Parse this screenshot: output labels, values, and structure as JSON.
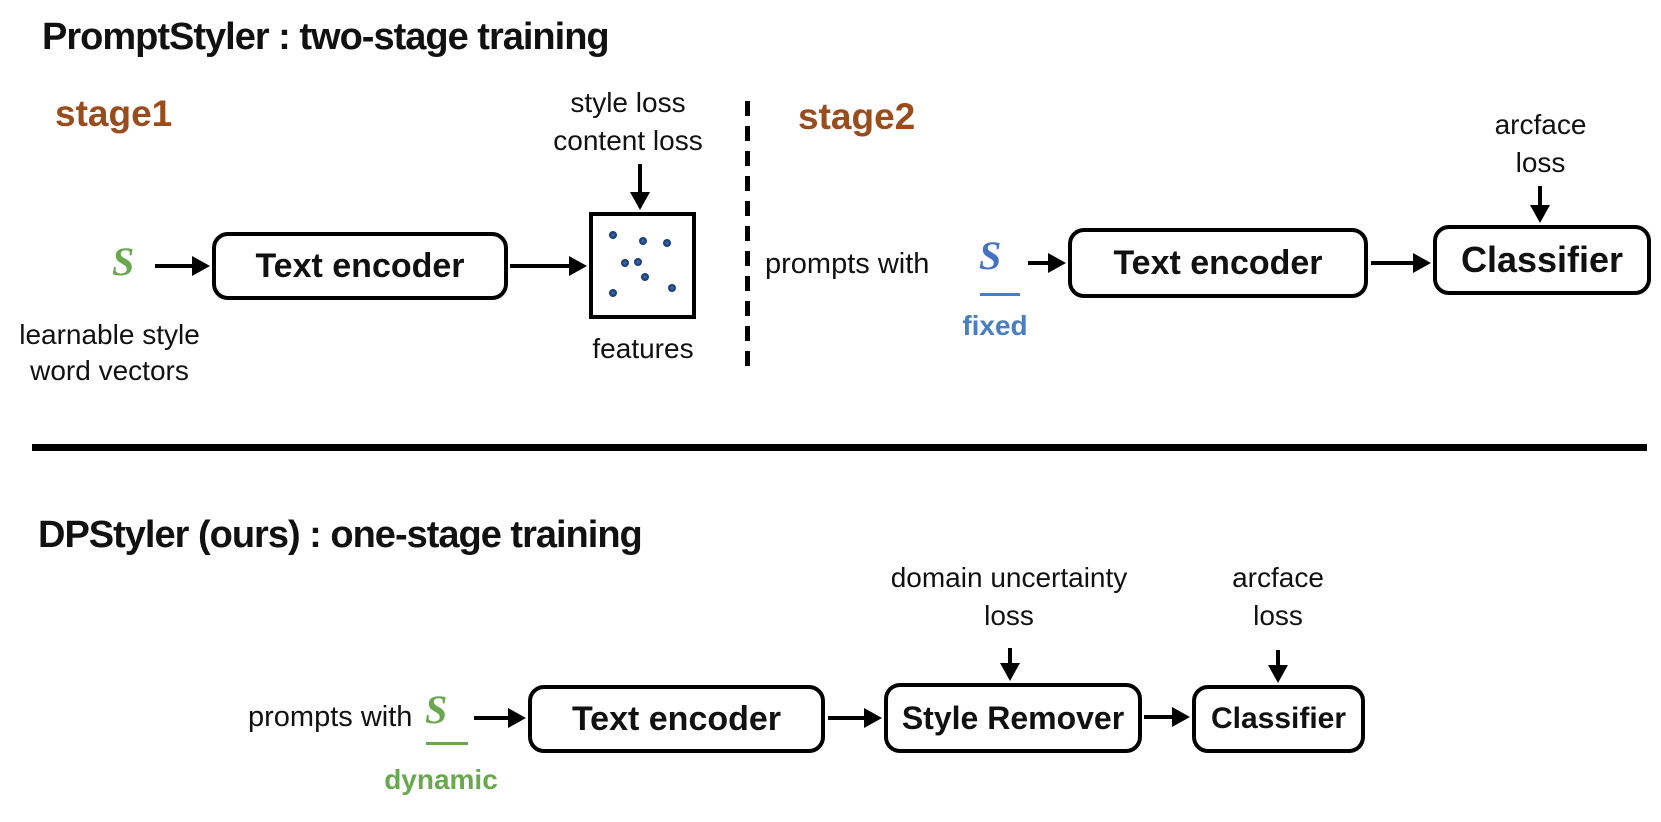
{
  "colors": {
    "brown": "#9a4d1c",
    "green": "#6aa84f",
    "blue": "#4472c4",
    "blue_light": "#4a7ebd",
    "dot_fill": "#3060a8",
    "dot_edge": "#1f3f77"
  },
  "top": {
    "title": "PromptStyler : two-stage training",
    "stage1": {
      "label": "stage1",
      "loss_line1": "style loss",
      "loss_line2": "content loss",
      "style_symbol": "S",
      "symbol_caption_line1": "learnable style",
      "symbol_caption_line2": "word vectors",
      "encoder_label": "Text encoder",
      "features_label": "features"
    },
    "stage2": {
      "label": "stage2",
      "prompt_text": "prompts with",
      "style_symbol": "S",
      "symbol_caption": "fixed",
      "encoder_label": "Text encoder",
      "classifier_label": "Classifier",
      "loss_line1": "arcface",
      "loss_line2": "loss"
    }
  },
  "bottom": {
    "title": "DPStyler (ours) : one-stage training",
    "prompt_text": "prompts with",
    "style_symbol": "S",
    "symbol_caption": "dynamic",
    "encoder_label": "Text encoder",
    "remover_label": "Style Remover",
    "classifier_label": "Classifier",
    "remover_loss_line1": "domain uncertainty",
    "remover_loss_line2": "loss",
    "classifier_loss_line1": "arcface",
    "classifier_loss_line2": "loss"
  },
  "features_scatter": {
    "dots": [
      {
        "x": 20,
        "y": 19
      },
      {
        "x": 50,
        "y": 25
      },
      {
        "x": 75,
        "y": 27
      },
      {
        "x": 32,
        "y": 47
      },
      {
        "x": 45,
        "y": 46
      },
      {
        "x": 53,
        "y": 62
      },
      {
        "x": 20,
        "y": 78
      },
      {
        "x": 80,
        "y": 73
      }
    ]
  }
}
